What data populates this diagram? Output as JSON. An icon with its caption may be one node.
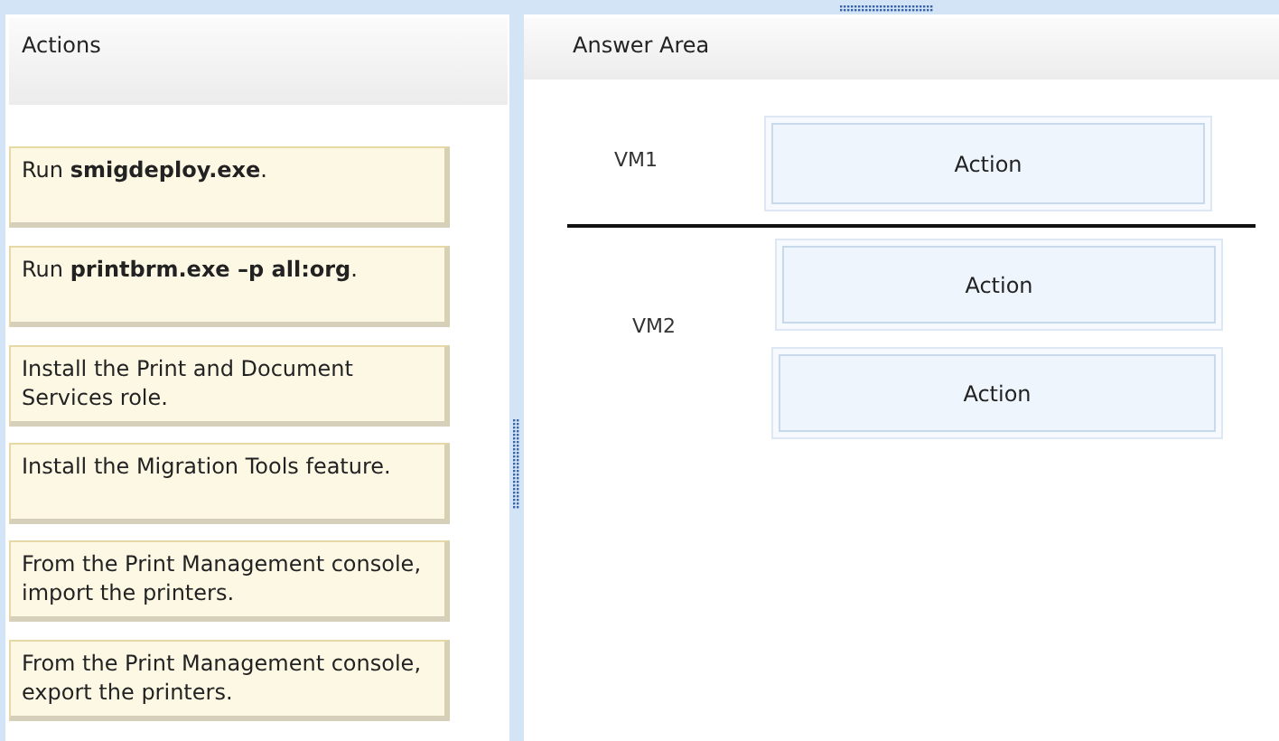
{
  "diagram": {
    "nodes": [
      {
        "text": [
          "Actions"
        ]
      },
      {
        "text": [
          "Run **smigdeploy.exe**."
        ],
        "in": 0
      },
      {
        "text": [
          "Run **printbrm.exe –p all:org**."
        ],
        "in": 0
      },
      {
        "text": [
          "Install the Print and Document Services role."
        ],
        "in": 0
      },
      {
        "text": [
          "Install the Migration Tools feature."
        ],
        "in": 0
      },
      {
        "text": [
          "From the Print Management console, import the printers."
        ],
        "in": 0
      },
      {
        "text": [
          "From the Print Management console, export the printers."
        ],
        "in": 0
      },
      {
        "text": [
          "Answer Area"
        ]
      },
      {
        "text": [
          "Action"
        ],
        "in": 7
      },
      {
        "text": [
          "Action"
        ],
        "in": 7
      },
      {
        "text": [
          "Action"
        ],
        "in": 7
      }
    ],
    "labels": [
      "VM1",
      "VM2"
    ]
  }
}
